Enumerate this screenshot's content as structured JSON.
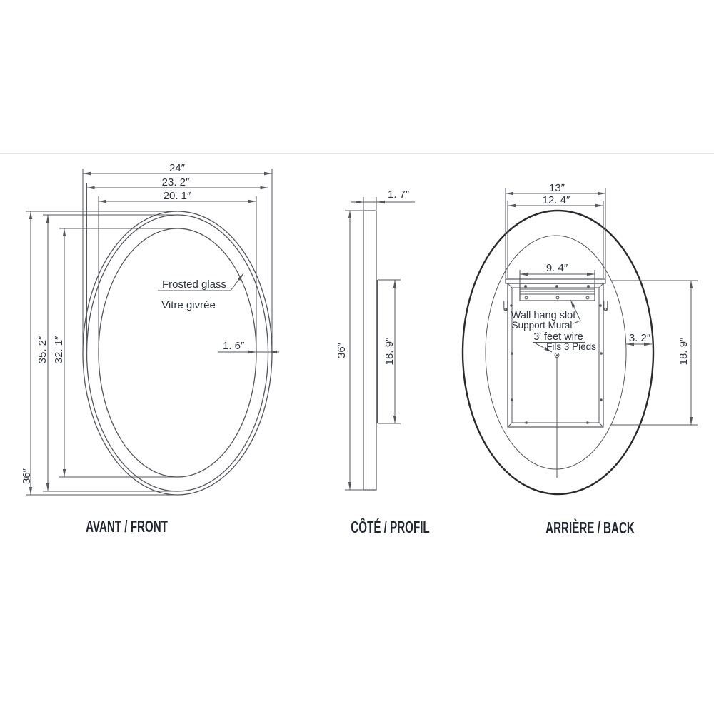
{
  "diagram": {
    "front": {
      "caption": "AVANT / FRONT",
      "glass_label_en": "Frosted glass",
      "glass_label_fr": "Vitre givrée",
      "dim_overall_width": "24″",
      "dim_frame_width": "23. 2″",
      "dim_glass_width": "20. 1″",
      "dim_overall_height": "36″",
      "dim_frame_height": "35. 2″",
      "dim_glass_height": "32. 1″",
      "dim_frame_border": "1. 6″"
    },
    "side": {
      "caption": "CÔTÉ / PROFIL",
      "dim_thickness": "1. 7″",
      "dim_height": "36″",
      "dim_back_panel_height": "18. 9″"
    },
    "back": {
      "caption": "ARRIÈRE / BACK",
      "label_hang_slot_en": "Wall hang slot",
      "label_hang_slot_fr": "Support Mural",
      "label_wire_en": "3′ feet wire",
      "label_wire_fr": "Fils 3 Pieds",
      "dim_overall_width": "13″",
      "dim_panel_width": "12. 4″",
      "dim_slot_width": "9. 4″",
      "dim_frame_ring": "3. 2″",
      "dim_panel_height": "18. 9″"
    },
    "colors": {
      "line": "#54575c",
      "line_heavy": "#2b2b2f",
      "text": "#2e3440",
      "caption": "#232732",
      "separator": "#e8e8e8"
    }
  }
}
